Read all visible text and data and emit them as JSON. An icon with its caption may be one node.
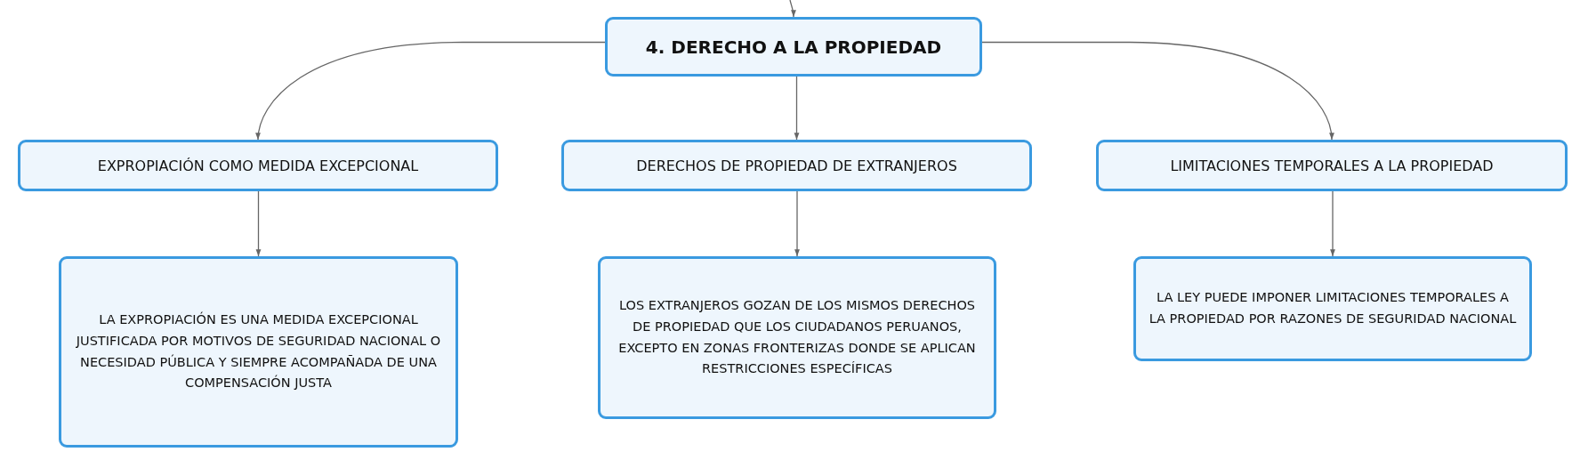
{
  "diagram": {
    "nodes": [
      {
        "text": [
          "4. DERECHO A LA PROPIEDAD"
        ]
      },
      {
        "text": [
          "EXPROPIACIÓN COMO MEDIDA EXCEPCIONAL"
        ]
      },
      {
        "text": [
          "DERECHOS DE PROPIEDAD DE EXTRANJEROS"
        ]
      },
      {
        "text": [
          "LIMITACIONES TEMPORALES A LA PROPIEDAD"
        ]
      },
      {
        "text": [
          "LA EXPROPIACIÓN ES UNA MEDIDA EXCEPCIONAL JUSTIFICADA POR MOTIVOS DE SEGURIDAD NACIONAL O NECESIDAD PÚBLICA Y SIEMPRE ACOMPAÑADA DE UNA COMPENSACIÓN JUSTA"
        ]
      },
      {
        "text": [
          "LOS EXTRANJEROS GOZAN DE LOS MISMOS DERECHOS DE PROPIEDAD QUE LOS CIUDADANOS PERUANOS, EXCEPTO EN ZONAS FRONTERIZAS DONDE SE APLICAN RESTRICCIONES ESPECÍFICAS"
        ]
      },
      {
        "text": [
          "LA LEY PUEDE IMPONER LIMITACIONES TEMPORALES A LA PROPIEDAD POR RAZONES DE SEGURIDAD NACIONAL"
        ]
      }
    ],
    "edges": [
      {
        "from": null,
        "to": 0,
        "arrow": "to"
      },
      {
        "from": 0,
        "to": 1,
        "arrow": "to"
      },
      {
        "from": 0,
        "to": 2,
        "arrow": "to"
      },
      {
        "from": 0,
        "to": 3,
        "arrow": "to"
      },
      {
        "from": 1,
        "to": 4,
        "arrow": "to"
      },
      {
        "from": 2,
        "to": 5,
        "arrow": "to"
      },
      {
        "from": 3,
        "to": 6,
        "arrow": "to"
      }
    ]
  }
}
